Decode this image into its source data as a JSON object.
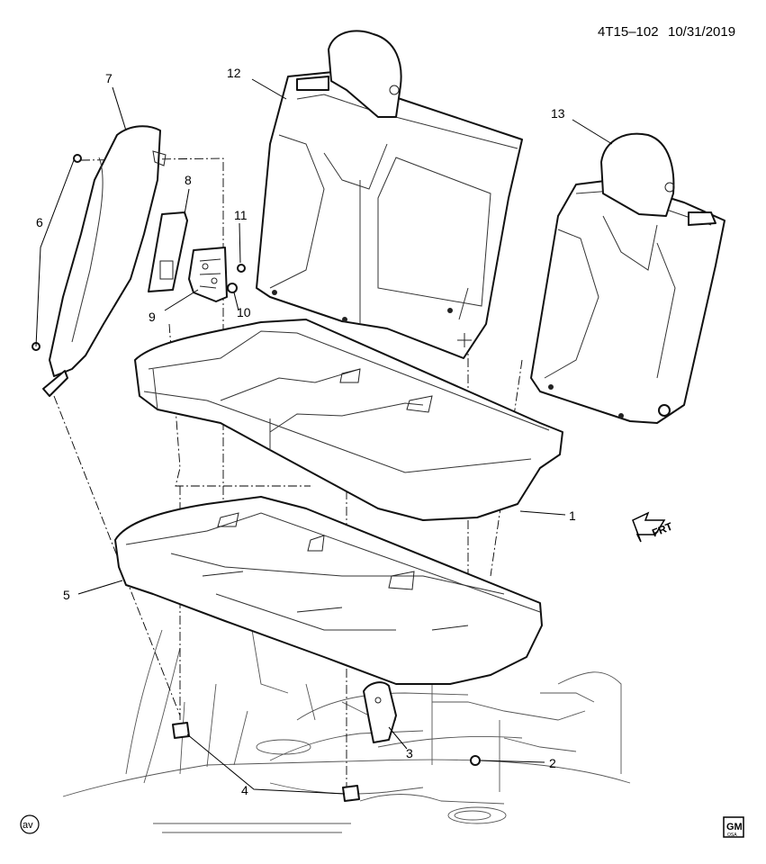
{
  "header": {
    "diagram_code": "4T15–102",
    "date": "10/31/2019"
  },
  "callouts": [
    {
      "id": "1",
      "label": "1"
    },
    {
      "id": "2",
      "label": "2"
    },
    {
      "id": "3",
      "label": "3"
    },
    {
      "id": "4",
      "label": "4"
    },
    {
      "id": "5",
      "label": "5"
    },
    {
      "id": "6",
      "label": "6"
    },
    {
      "id": "7",
      "label": "7"
    },
    {
      "id": "8",
      "label": "8"
    },
    {
      "id": "9",
      "label": "9"
    },
    {
      "id": "10",
      "label": "10"
    },
    {
      "id": "11",
      "label": "11"
    },
    {
      "id": "12",
      "label": "12"
    },
    {
      "id": "13",
      "label": "13"
    }
  ],
  "direction_indicator": {
    "label": "FRT",
    "icon": "front-arrow-icon"
  },
  "corner_badge": {
    "label": "av"
  },
  "brand_logo": {
    "text": "GM",
    "sub_text": "OSA",
    "icon": "gm-logo-icon"
  }
}
